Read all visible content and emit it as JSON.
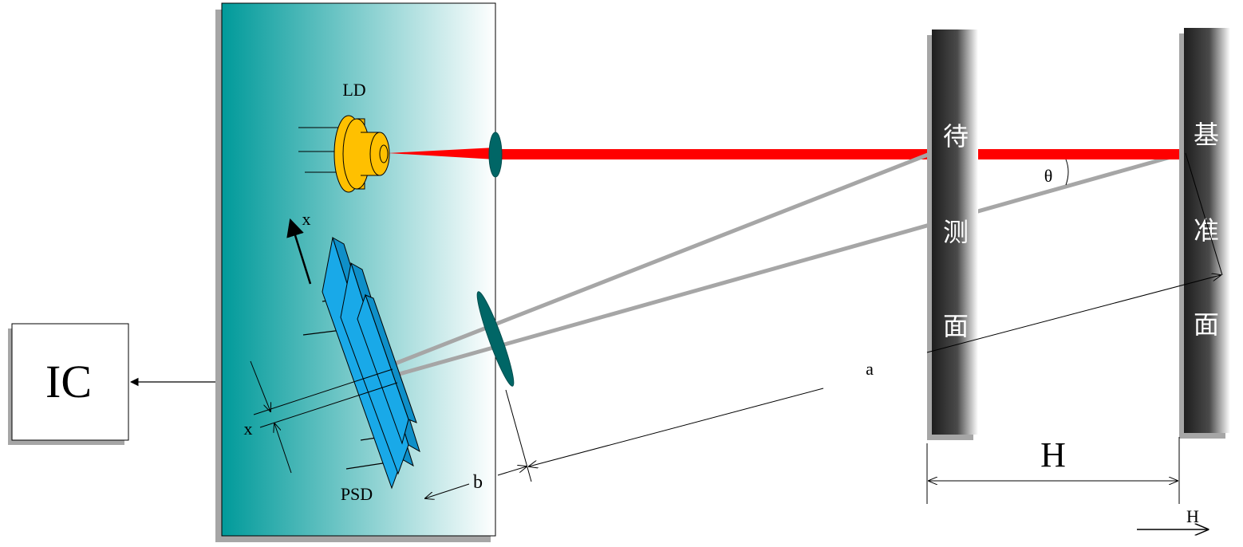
{
  "labels": {
    "ic": "IC",
    "ld": "LD",
    "psd": "PSD",
    "x_axis": "x",
    "x_offset": "x",
    "a": "a",
    "b": "b",
    "theta": "θ",
    "h_gap": "H",
    "h_direction": "H"
  },
  "surfaces": {
    "test_chars": [
      "待",
      "测",
      "面"
    ],
    "reference_chars": [
      "基",
      "准",
      "面"
    ]
  },
  "colors": {
    "laser": "#ff0000",
    "ld_body": "#ffc000",
    "psd": "#19a9e8",
    "lens": "#006666",
    "panel_dark": "#009a9a",
    "ray": "#a6a6a6"
  }
}
